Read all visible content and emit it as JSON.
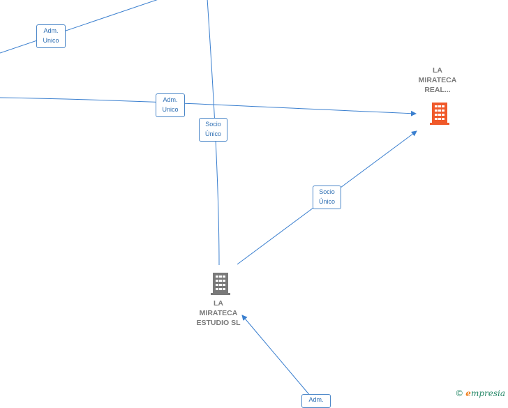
{
  "nodes": {
    "real": {
      "label_lines": [
        "LA",
        "MIRATECA",
        "REAL..."
      ],
      "color": "#f0592a"
    },
    "estudio": {
      "label_lines": [
        "LA",
        "MIRATECA",
        "ESTUDIO SL"
      ],
      "color": "#7a7a7a"
    }
  },
  "edges": {
    "adm_top": {
      "lines": [
        "Adm.",
        "Unico"
      ]
    },
    "adm_mid": {
      "lines": [
        "Adm.",
        "Unico"
      ]
    },
    "socio_vertical": {
      "lines": [
        "Socio",
        "Único"
      ]
    },
    "socio_diag": {
      "lines": [
        "Socio",
        "Único"
      ]
    },
    "adm_bottom": {
      "lines": [
        "Adm."
      ]
    }
  },
  "colors": {
    "edge": "#3a7fcf",
    "label_border": "#4a86c8"
  },
  "brand": {
    "copyright": "©",
    "initial": "e",
    "rest": "mpresia"
  }
}
